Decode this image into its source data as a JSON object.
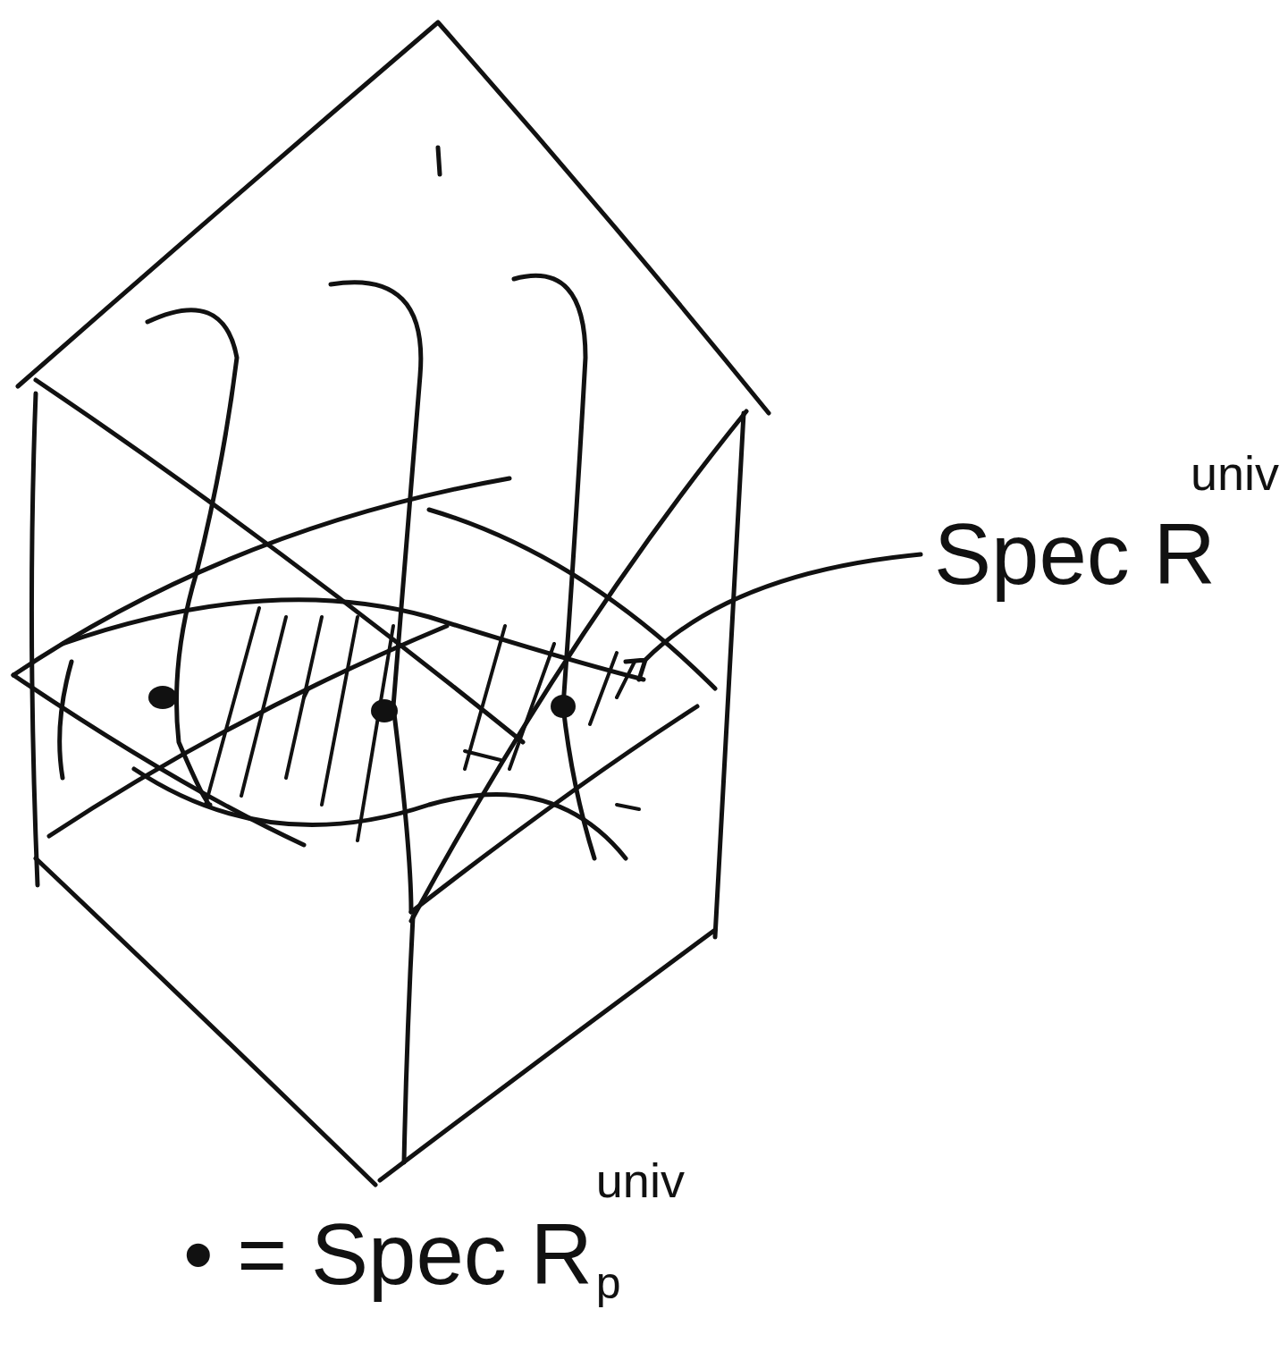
{
  "diagram": {
    "labels": [
      "Spec R",
      "univ",
      "• = Spec R",
      "p",
      "univ"
    ]
  }
}
